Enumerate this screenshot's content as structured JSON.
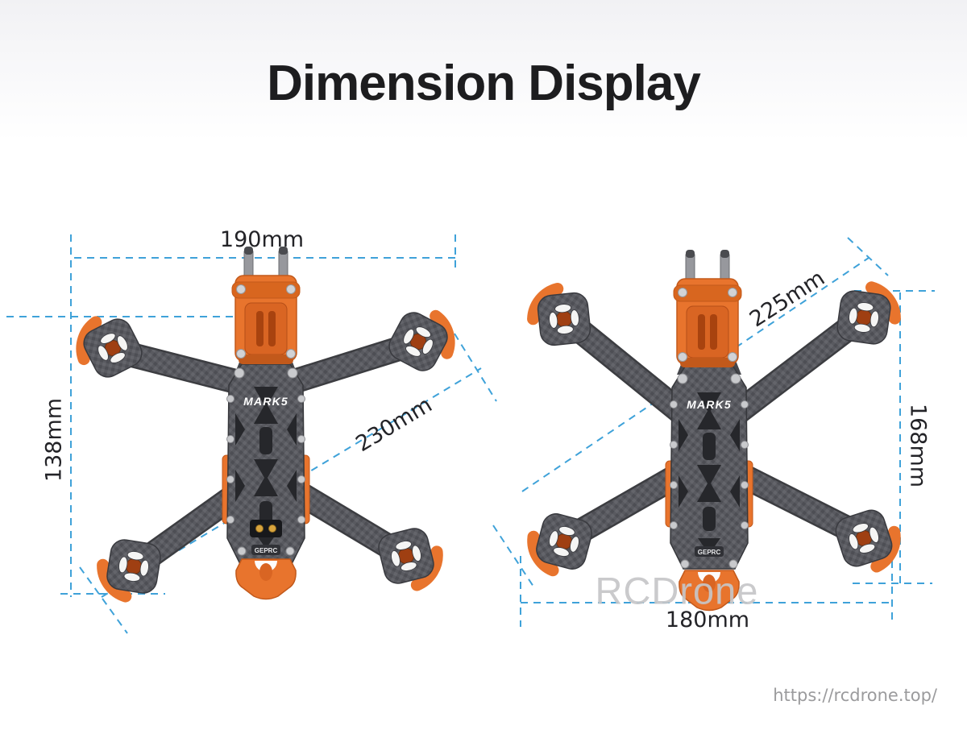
{
  "page": {
    "title": "Dimension Display"
  },
  "product": {
    "model_label": "MARK5",
    "brand_label": "GEPRC"
  },
  "left_drone": {
    "name": "MARK5 frame angled view",
    "dimensions": {
      "width_top": "190mm",
      "height_left": "138mm",
      "diagonal": "230mm"
    }
  },
  "right_drone": {
    "name": "MARK5 frame top view",
    "dimensions": {
      "diagonal": "225mm",
      "height_right": "168mm",
      "width_bottom": "180mm"
    }
  },
  "watermark": {
    "text": "RCDrone"
  },
  "footer": {
    "url_text": "https://rcdrone.top/"
  },
  "colors": {
    "dimension_line": "#3fa2d9",
    "accent_orange": "#e8742d",
    "carbon_gray": "#595a60",
    "title_text": "#1d1d1f",
    "watermark_gray": "#c6c6c8"
  }
}
